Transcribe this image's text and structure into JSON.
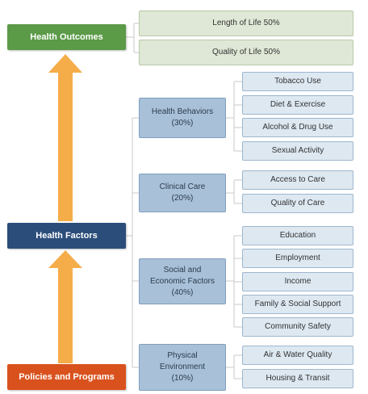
{
  "main": {
    "health_outcomes": "Health Outcomes",
    "health_factors": "Health Factors",
    "policies_programs": "Policies and Programs"
  },
  "outcomes": [
    {
      "label": "Length of Life 50%"
    },
    {
      "label": "Quality of Life 50%"
    }
  ],
  "categories": [
    {
      "label": "Health Behaviors\n(30%)",
      "items": [
        "Tobacco Use",
        "Diet & Exercise",
        "Alcohol & Drug Use",
        "Sexual Activity"
      ]
    },
    {
      "label": "Clinical Care\n(20%)",
      "items": [
        "Access to Care",
        "Quality of Care"
      ]
    },
    {
      "label": "Social and\nEconomic Factors\n(40%)",
      "items": [
        "Education",
        "Employment",
        "Income",
        "Family & Social Support",
        "Community Safety"
      ]
    },
    {
      "label": "Physical\nEnvironment\n(10%)",
      "items": [
        "Air & Water Quality",
        "Housing & Transit"
      ]
    }
  ],
  "colors": {
    "outcomes_green": "#5b9a47",
    "factors_navy": "#2b4d7a",
    "policies_orange": "#d9521e",
    "arrow_orange": "#f5ad4a",
    "category_blue": "#a9c1d8",
    "subitem_blue": "#dde8f1",
    "outcome_item_green": "#dfe8d6",
    "connector_gray": "#c8c8c8"
  }
}
